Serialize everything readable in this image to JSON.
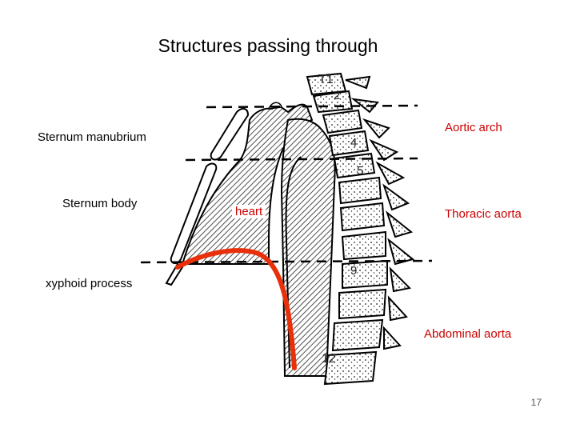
{
  "slide": {
    "title": "Structures passing through",
    "page_number": "17"
  },
  "labels": {
    "sternum_manubrium": "Sternum manubrium",
    "sternum_body": "Sternum body",
    "xyphoid_process": "xyphoid process",
    "heart": "heart",
    "aortic_arch": "Aortic arch",
    "thoracic_aorta": "Thoracic aorta",
    "abdominal_aorta": "Abdominal aorta"
  },
  "vertebrae": {
    "t1": "T1",
    "t2": "2",
    "t4": "4",
    "t5": "5",
    "t9": "9",
    "t12": "12"
  },
  "colors": {
    "labels_red": "#cc0000",
    "highlight_curve": "#e8300a"
  }
}
